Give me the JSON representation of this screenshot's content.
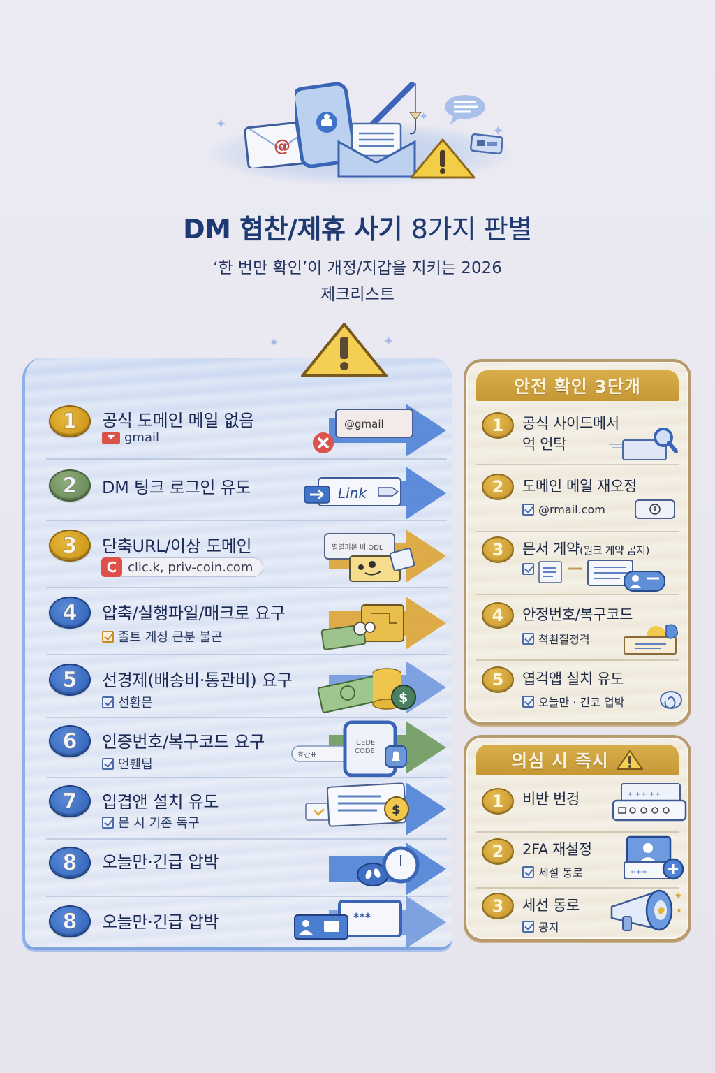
{
  "header": {
    "title_bold": "DM 협찬/제휴 사기",
    "title_light": "8가지 판별",
    "subtitle_line1": "‘한 번만 확인’이 개정/지갑을 지키는 2026",
    "subtitle_line2": "제크리스트"
  },
  "hero_icons": [
    "email-at-icon",
    "smartphone-icon",
    "fishing-rod-icon",
    "open-envelope-icon",
    "warning-triangle-icon",
    "chat-bubble-icon",
    "card-icon"
  ],
  "scam_signs": {
    "items": [
      {
        "number": "1",
        "badge_color": "#c9951c",
        "title": "공식 도메인 메일 없음",
        "detail": "gmail",
        "detail_icon": "gmail-icon",
        "art_label": "@gmail",
        "arrow_color": "#4a7fd8"
      },
      {
        "number": "2",
        "badge_color": "#6a8c5a",
        "title": "DM 팅크 로그인 유도",
        "detail": "",
        "art_label": "Link",
        "arrow_color": "#4a7fd8"
      },
      {
        "number": "3",
        "badge_color": "#c9951c",
        "title": "단축URL/이상 도메인",
        "detail": "clic.k,  priv-coin.com",
        "detail_icon": "c-link-icon",
        "art_label": "멸멸피분 비.ODL",
        "arrow_color": "#d9a43a"
      },
      {
        "number": "4",
        "badge_color": "#3566bd",
        "title": "압축/실행파일/매크로 요구",
        "detail": "졸트 게정 큰분 불곤",
        "detail_icon": "checkbox-icon",
        "arrow_color": "#d9a43a"
      },
      {
        "number": "5",
        "badge_color": "#3566bd",
        "title": "선경제(배송비·통관비) 요구",
        "detail": "선환믄",
        "detail_icon": "checkbox-icon",
        "arrow_color": "#4a7fd8"
      },
      {
        "number": "6",
        "badge_color": "#3566bd",
        "title": "인증번호/복구코드 요구",
        "detail": "언휀팁",
        "detail_icon": "checkbox-icon",
        "art_label": "CEDE CODE",
        "art_pill": "효간표",
        "arrow_color": "#6f9a5e"
      },
      {
        "number": "7",
        "badge_color": "#3566bd",
        "title": "입겹앤 설치 유도",
        "detail": "믄 시 기존 독구",
        "detail_icon": "checkbox-icon",
        "art_label": "$",
        "arrow_color": "#4a7fd8"
      },
      {
        "number": "8",
        "badge_color": "#3566bd",
        "title": "오늘만·긴급 압박",
        "detail": "",
        "arrow_color": "#4a7fd8"
      },
      {
        "number": "8",
        "badge_color": "#3566bd",
        "title": "오늘만·긴급 압박",
        "detail": "",
        "art_label": "***",
        "arrow_color": "#4a7fd8"
      }
    ]
  },
  "safety_steps": {
    "header": "안전 확인 3단개",
    "items": [
      {
        "number": "1",
        "title_line1": "공식 사이드메서",
        "title_line2": "억 언탁"
      },
      {
        "number": "2",
        "title": "도메인 메일 재오정",
        "detail": "@rmail.com"
      },
      {
        "number": "3",
        "title": "믄서 게약",
        "title_small": "(뭔크 게약 곰지)"
      },
      {
        "number": "4",
        "title": "안정번호/복구코드",
        "detail": "쳑쵠질정격"
      },
      {
        "number": "5",
        "title": "엽걱앱 실치 유도",
        "detail": "오늘만 · 긴코 업박"
      }
    ]
  },
  "immediate_actions": {
    "header": "의심 시 즉시",
    "items": [
      {
        "number": "1",
        "title": "비반 번겅"
      },
      {
        "number": "2",
        "title": "2FA 재설정",
        "detail": "세설 동로"
      },
      {
        "number": "3",
        "title": "세선 동로",
        "detail": "공지"
      }
    ]
  },
  "colors": {
    "title": "#1f3a72",
    "left_panel": "#d8e1f3",
    "right_panel": "#efe9db",
    "gold_header": "#c99b38",
    "warning_yellow": "#f2c94c"
  }
}
